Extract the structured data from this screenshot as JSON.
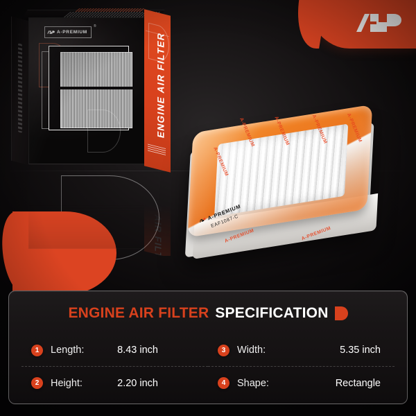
{
  "brand": {
    "name": "A-PREMIUM",
    "registered_mark": "®",
    "logo_icon": "ap-logo-icon",
    "accent_color": "#dc4422",
    "panel_color": "#d8411d"
  },
  "banner": {
    "logo_icon": "ap-monogram-icon"
  },
  "package": {
    "brand_name": "A-PREMIUM",
    "registered_mark": "®",
    "side_title": "ENGINE AIR FILTER",
    "reflection_title": "ENGINE AIR FILTER"
  },
  "product": {
    "brand_name": "A-PREMIUM",
    "registered_mark": "®",
    "part_number": "EAF1087-C",
    "tape_text": "A-PREMIUM"
  },
  "spec": {
    "title_red": "ENGINE AIR FILTER",
    "title_white": "SPECIFICATION",
    "rows": [
      {
        "num": "1",
        "label": "Length:",
        "value": "8.43 inch"
      },
      {
        "num": "3",
        "label": "Width:",
        "value": "5.35 inch"
      },
      {
        "num": "2",
        "label": "Height:",
        "value": "2.20 inch"
      },
      {
        "num": "4",
        "label": "Shape:",
        "value": "Rectangle"
      }
    ]
  }
}
